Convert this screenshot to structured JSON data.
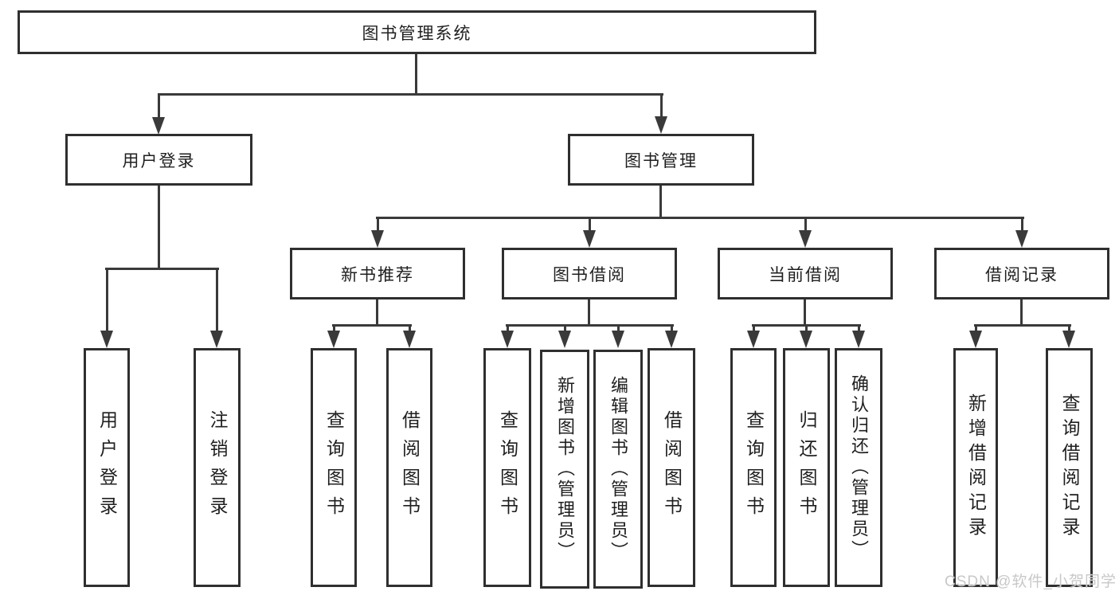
{
  "title": {
    "label": "图书管理系统"
  },
  "level2": {
    "user_login": {
      "label": "用户登录"
    },
    "book_mgmt": {
      "label": "图书管理"
    }
  },
  "level3": {
    "new_book_rec": {
      "label": "新书推荐"
    },
    "book_borrow": {
      "label": "图书借阅"
    },
    "current_borrow": {
      "label": "当前借阅"
    },
    "borrow_records": {
      "label": "借阅记录"
    }
  },
  "leaves": {
    "user_login_leaf": {
      "label": "用户登录"
    },
    "logout": {
      "label": "注销登录"
    },
    "rec_query": {
      "label": "查询图书"
    },
    "rec_borrow": {
      "label": "借阅图书"
    },
    "bb_query": {
      "label": "查询图书"
    },
    "bb_add": {
      "label": "新增图书（管理员）"
    },
    "bb_edit": {
      "label": "编辑图书（管理员）"
    },
    "bb_borrow": {
      "label": "借阅图书"
    },
    "cb_query": {
      "label": "查询图书"
    },
    "cb_return": {
      "label": "归还图书"
    },
    "cb_confirm": {
      "label": "确认归还（管理员）"
    },
    "br_add": {
      "label": "新增借阅记录"
    },
    "br_query": {
      "label": "查询借阅记录"
    }
  },
  "watermark": {
    "text": "CSDN @软件_小贺同学"
  },
  "colors": {
    "line": "#3a3a3a",
    "box_border": "#2f2f2f",
    "text": "#1f1f1f",
    "watermark": "#c8c8c8",
    "background": "#ffffff"
  }
}
